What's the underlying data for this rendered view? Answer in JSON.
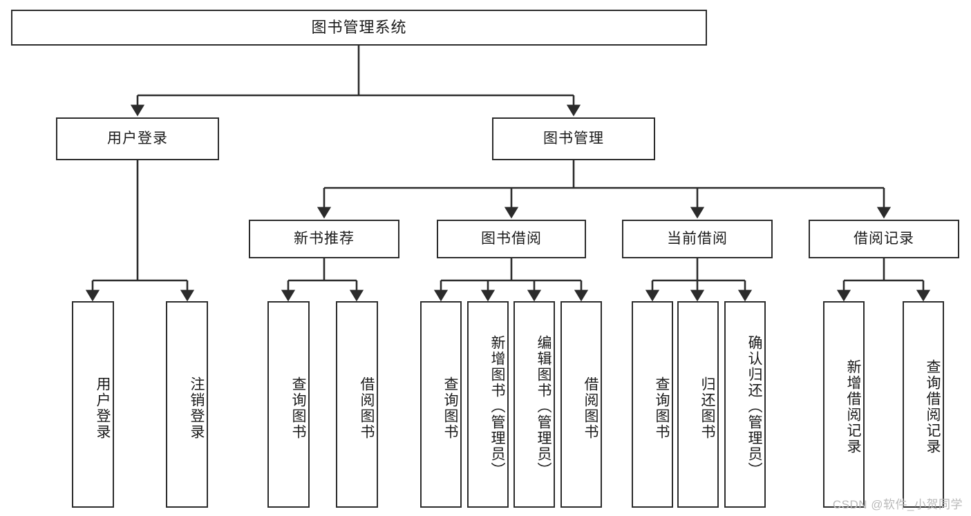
{
  "diagram": {
    "type": "tree-hierarchy",
    "root": {
      "label": "图书管理系统"
    },
    "level2": [
      {
        "label": "用户登录"
      },
      {
        "label": "图书管理"
      }
    ],
    "level3": [
      {
        "label": "新书推荐"
      },
      {
        "label": "图书借阅"
      },
      {
        "label": "当前借阅"
      },
      {
        "label": "借阅记录"
      }
    ],
    "leaves": {
      "user_login": [
        {
          "label": "用户登录"
        },
        {
          "label": "注销登录"
        }
      ],
      "new_book_recommend": [
        {
          "label": "查询图书"
        },
        {
          "label": "借阅图书"
        }
      ],
      "book_borrow": [
        {
          "label": "查询图书"
        },
        {
          "label": "新增图书（管理员）"
        },
        {
          "label": "编辑图书（管理员）"
        },
        {
          "label": "借阅图书"
        }
      ],
      "current_borrow": [
        {
          "label": "查询图书"
        },
        {
          "label": "归还图书"
        },
        {
          "label": "确认归还（管理员）"
        }
      ],
      "borrow_record": [
        {
          "label": "新增借阅记录"
        },
        {
          "label": "查询借阅记录"
        }
      ]
    }
  },
  "watermark": {
    "text": "CSDN @软件_小贺同学"
  },
  "colors": {
    "stroke": "#2b2b2b",
    "background": "#ffffff",
    "text": "#1a1a1a",
    "watermark": "#b9b9b9"
  }
}
